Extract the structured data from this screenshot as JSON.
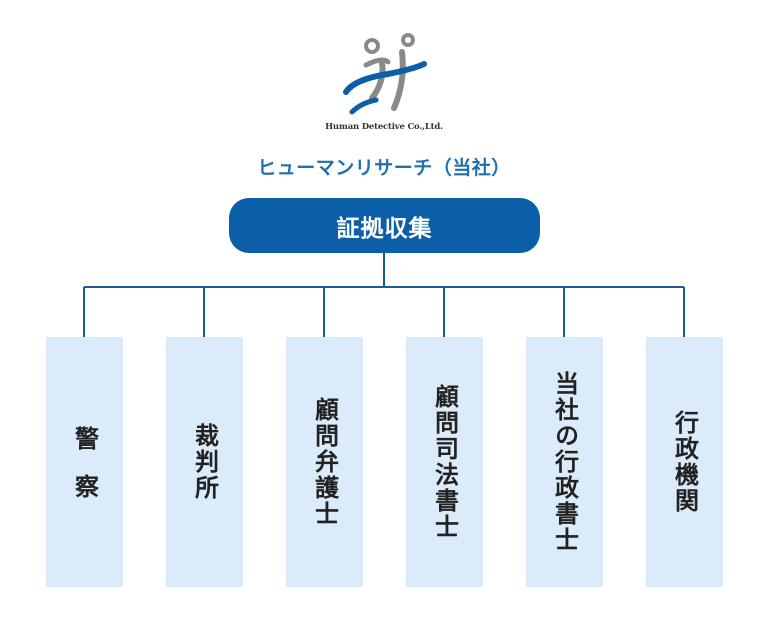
{
  "logo": {
    "company_en": "Human Detective Co.,Ltd."
  },
  "company_name": "ヒューマンリサーチ（当社）",
  "root": {
    "label": "証拠収集"
  },
  "branches": [
    {
      "label": "警察"
    },
    {
      "label": "裁判所"
    },
    {
      "label": "顧問弁護士"
    },
    {
      "label": "顧問司法書士"
    },
    {
      "label": "当社の行政書士"
    },
    {
      "label": "行政機関"
    }
  ],
  "colors": {
    "primary": "#0b5ea8",
    "title_text": "#1f6fb2",
    "branch_bg": "#dcebf9",
    "line": "#1a5a96",
    "logo_gray": "#8a8a8a"
  }
}
